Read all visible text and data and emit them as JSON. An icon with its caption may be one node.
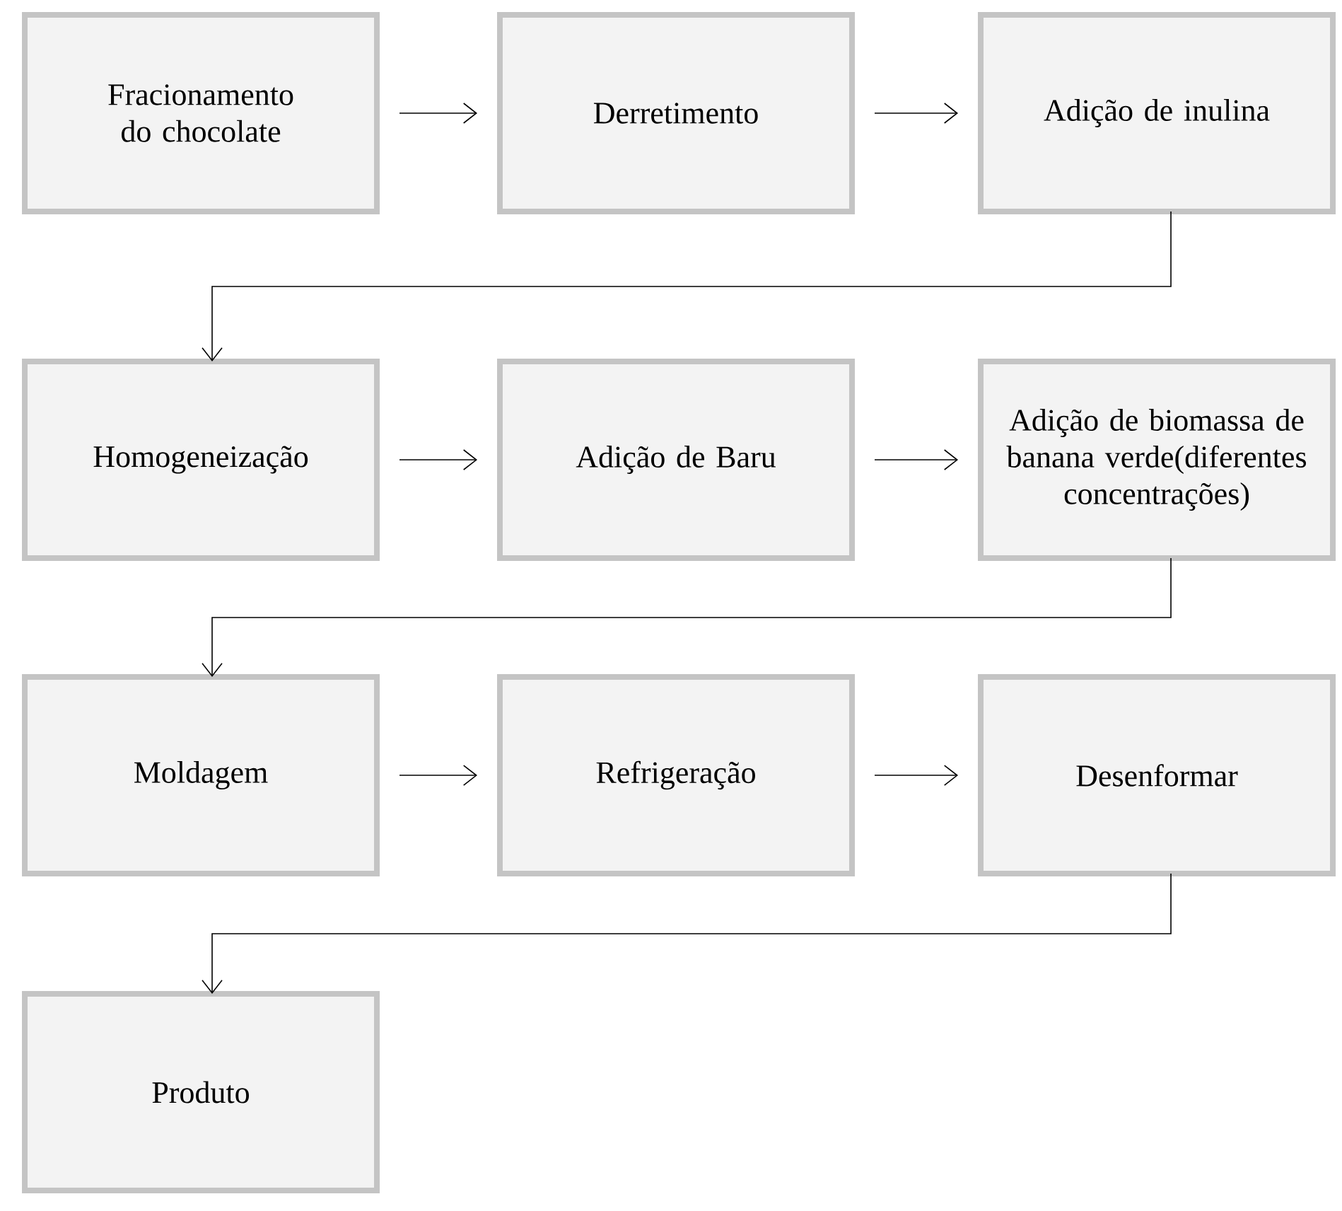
{
  "diagram": {
    "nodes": [
      {
        "text": [
          "Fracionamento do chocolate"
        ]
      },
      {
        "text": [
          "Derretimento"
        ]
      },
      {
        "text": [
          "Adição de inulina"
        ]
      },
      {
        "text": [
          "Homogeneização"
        ]
      },
      {
        "text": [
          "Adição de Baru"
        ]
      },
      {
        "text": [
          "Adição de biomassa de banana verde(diferentes concentrações)"
        ]
      },
      {
        "text": [
          "Moldagem"
        ]
      },
      {
        "text": [
          "Refrigeração"
        ]
      },
      {
        "text": [
          "Desenformar"
        ]
      },
      {
        "text": [
          "Produto"
        ]
      }
    ],
    "edges": [
      {
        "from": 0,
        "to": 1,
        "arrow": "to"
      },
      {
        "from": 1,
        "to": 2,
        "arrow": "to"
      },
      {
        "from": 2,
        "to": 3,
        "arrow": "to"
      },
      {
        "from": 3,
        "to": 4,
        "arrow": "to"
      },
      {
        "from": 4,
        "to": 5,
        "arrow": "to"
      },
      {
        "from": 5,
        "to": 6,
        "arrow": "to"
      },
      {
        "from": 6,
        "to": 7,
        "arrow": "to"
      },
      {
        "from": 7,
        "to": 8,
        "arrow": "to"
      },
      {
        "from": 8,
        "to": 9,
        "arrow": "to"
      }
    ]
  }
}
